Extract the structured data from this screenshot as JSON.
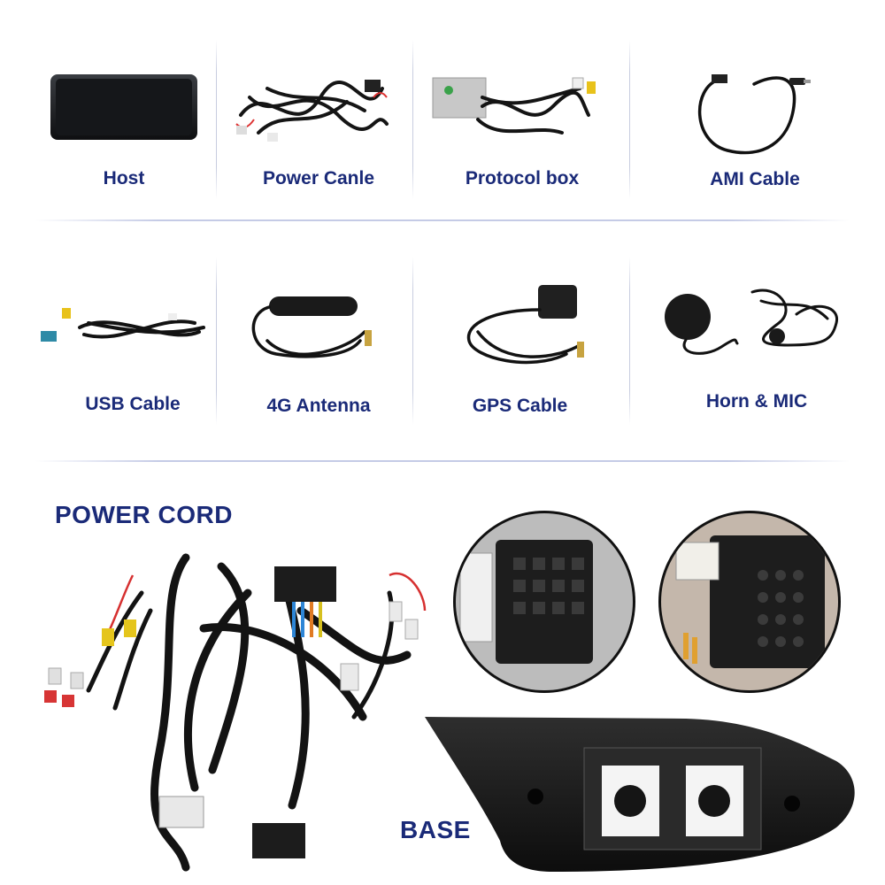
{
  "items_row1": [
    {
      "label": "Host"
    },
    {
      "label": "Power Canle"
    },
    {
      "label": "Protocol box"
    },
    {
      "label": "AMI Cable"
    }
  ],
  "items_row2": [
    {
      "label": "USB Cable"
    },
    {
      "label": "4G Antenna"
    },
    {
      "label": "GPS Cable"
    },
    {
      "label": "Horn & MIC"
    }
  ],
  "sections": {
    "power_cord": "POWER CORD",
    "base": "BASE"
  },
  "colors": {
    "label_text": "#1a2a78",
    "separator": "#c5cbe6",
    "product_black": "#1b1b1b"
  }
}
